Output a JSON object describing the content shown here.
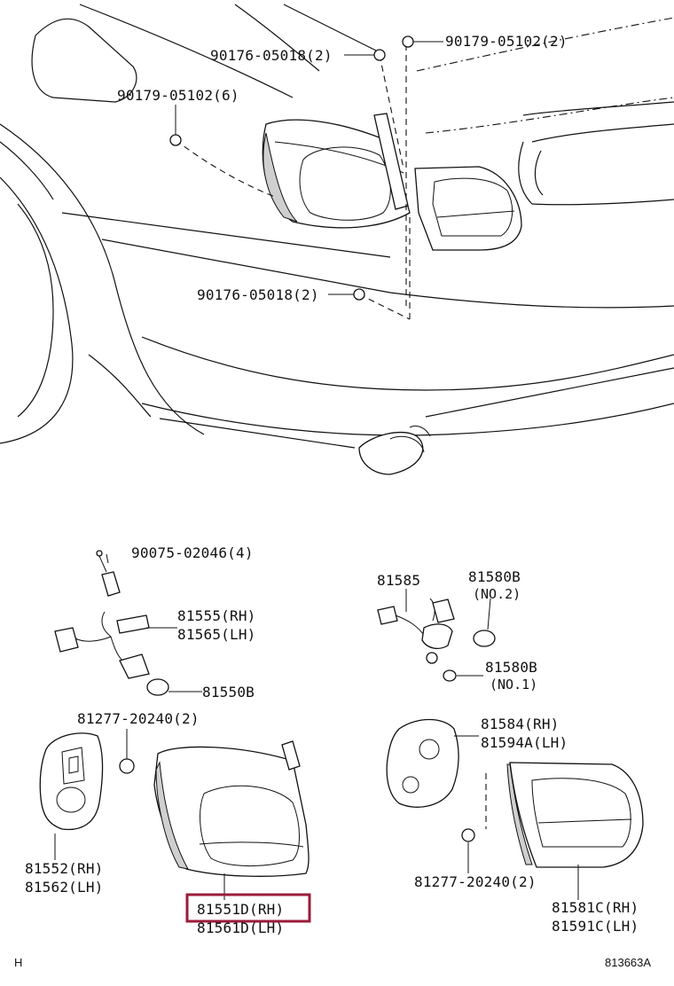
{
  "colors": {
    "line": "#111111",
    "highlight": "#9b1b3a",
    "background": "#ffffff"
  },
  "labels": {
    "p90176_top": "90176-05018(2)",
    "p90179_top": "90179-05102(2)",
    "p90179_left": "90179-05102(6)",
    "p90176_mid": "90176-05018(2)",
    "p90075": "90075-02046(4)",
    "p81555": "81555(RH)",
    "p81565": "81565(LH)",
    "p81550b": "81550B",
    "p81585": "81585",
    "p81580b_2": "81580B",
    "no2": "(NO.2)",
    "p81580b_1": "81580B",
    "no1": "(NO.1)",
    "p81277_left": "81277-20240(2)",
    "p81584": "81584(RH)",
    "p81594a": "81594A(LH)",
    "p81552": "81552(RH)",
    "p81562": "81562(LH)",
    "p81551d": "81551D(RH)",
    "p81561d": "81561D(LH)",
    "p81277_right": "81277-20240(2)",
    "p81581c": "81581C(RH)",
    "p81591c": "81591C(LH)"
  },
  "footer": {
    "left": "H",
    "right": "813663A"
  },
  "highlighted_part": "81551D(RH)"
}
